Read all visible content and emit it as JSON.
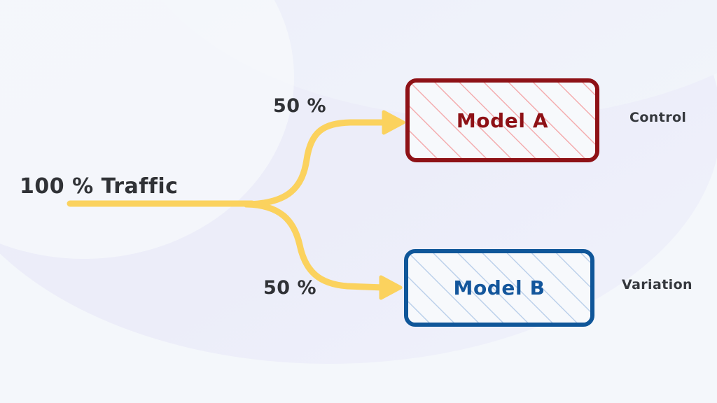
{
  "diagram": {
    "type": "ab-test-traffic-split",
    "background": {
      "base_color": "#f4f7fb",
      "blob_color": "#ecedf9"
    },
    "source": {
      "label": "100 % Traffic",
      "text_color": "#303236"
    },
    "connector": {
      "color": "#fbd25e",
      "stroke_width": 9,
      "arrowhead": "triangle"
    },
    "branches": [
      {
        "id": "branch-a",
        "split_label": "50 %",
        "target": "Model A",
        "role_label": "Control",
        "accent_color": "#8e1116",
        "hatch_color": "#f4aaac"
      },
      {
        "id": "branch-b",
        "split_label": "50 %",
        "target": "Model B",
        "role_label": "Variation",
        "accent_color": "#0f5699",
        "hatch_color": "#b9cfea"
      }
    ],
    "boxes": [
      {
        "id": "model-a",
        "title": "Model A",
        "border_color": "#8e1116",
        "fill_color": "#f7f9fc",
        "hatch_color": "#f4aaac",
        "role": "Control"
      },
      {
        "id": "model-b",
        "title": "Model B",
        "border_color": "#0f5699",
        "fill_color": "#f7f9fc",
        "hatch_color": "#b9cfea",
        "role": "Variation"
      }
    ]
  }
}
